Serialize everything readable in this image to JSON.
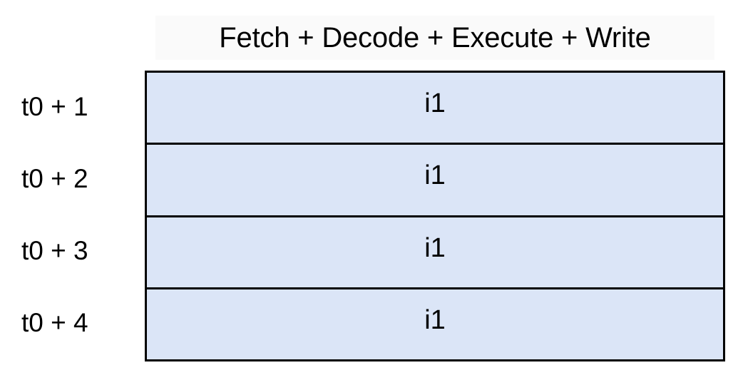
{
  "page": {
    "background_color": "#ffffff",
    "title_text": "Fetch + Decode + Execute + Write"
  },
  "header": {
    "label": "Fetch + Decode + Execute + Write",
    "band_color": "#fafafa",
    "text_color": "#000000"
  },
  "table": {
    "fill_color": "#dbe5f7",
    "border_color": "#000000",
    "column_header": "Fetch + Decode + Execute + Write",
    "row_labels": [
      "t0 + 1",
      "t0 + 2",
      "t0 + 3",
      "t0 + 4"
    ],
    "rows": [
      {
        "time_label": "t0 + 1",
        "instruction": "i1"
      },
      {
        "time_label": "t0 + 2",
        "instruction": "i1"
      },
      {
        "time_label": "t0 + 3",
        "instruction": "i1"
      },
      {
        "time_label": "t0 + 4",
        "instruction": "i1"
      }
    ]
  }
}
